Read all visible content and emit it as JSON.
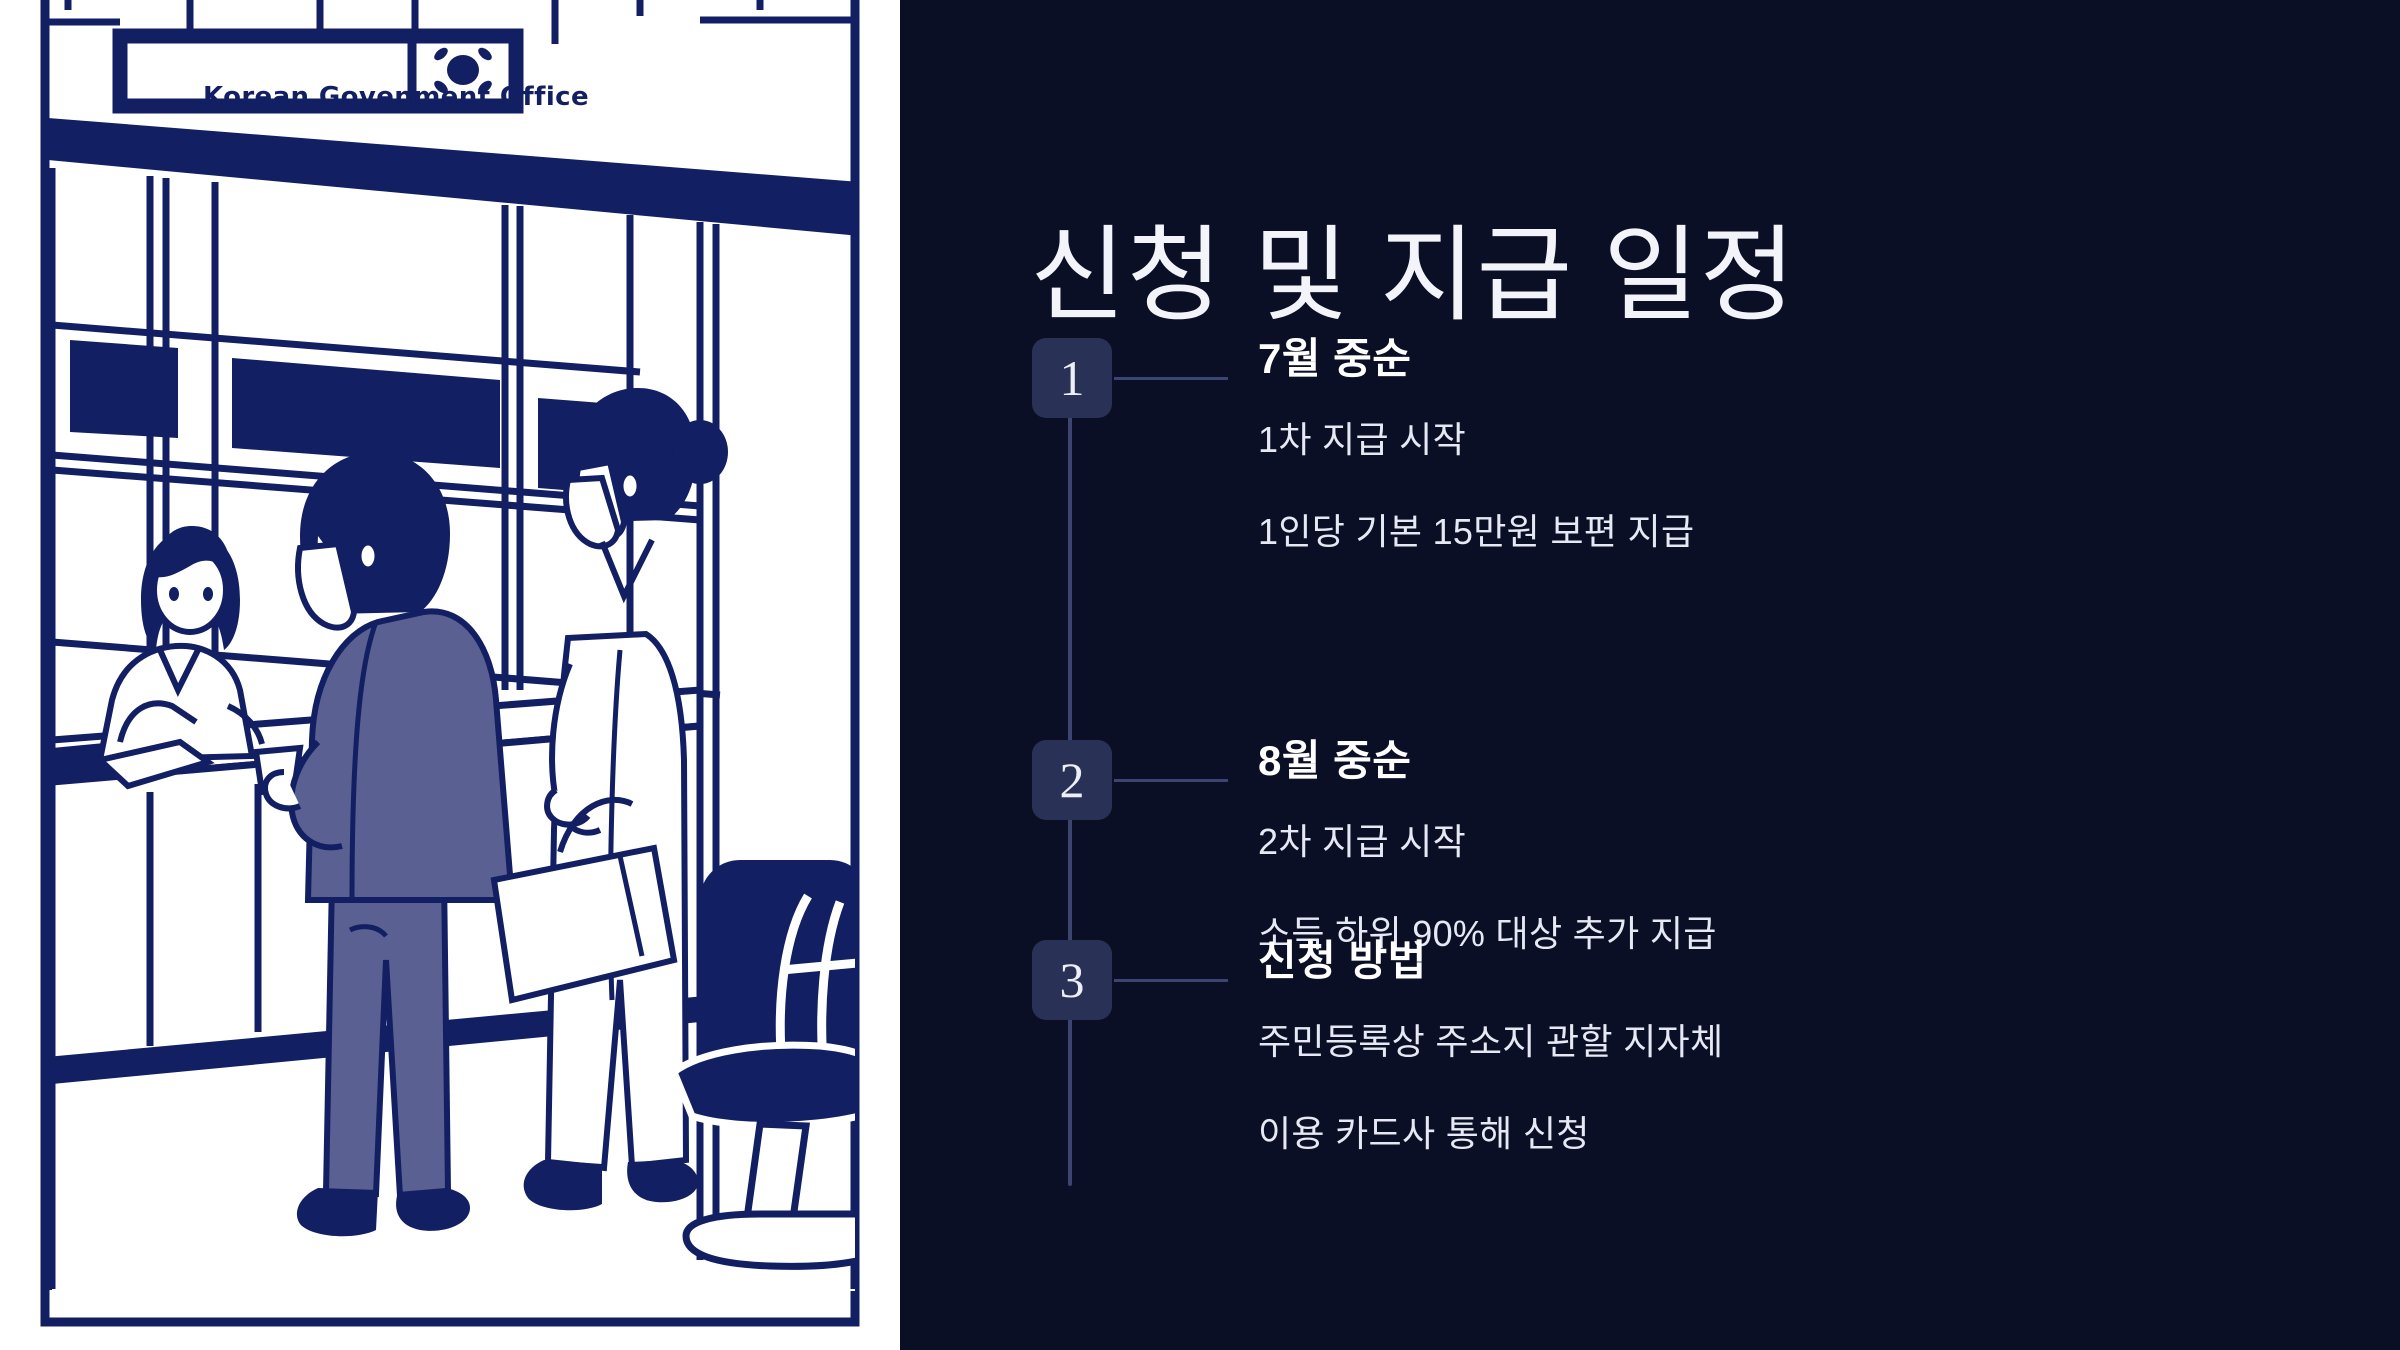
{
  "slide": {
    "background_color": "#0B0F26",
    "illustration_panel_color": "#FFFFFF",
    "accent_navy": "#121F62",
    "suit_color": "#5A6192",
    "badge_color": "#2A3156",
    "rail_color": "#3C4470",
    "title_text_color": "#F2F4FA"
  },
  "illustration": {
    "name": "government-office-counter-illustration",
    "sign": {
      "label": "Korean Govenment Office",
      "flag_icon": "korean-flag-icon"
    },
    "scene_elements": [
      "hanging-sign",
      "office-window-wall",
      "service-counter",
      "clerk-behind-window",
      "customer-in-suit",
      "waiting-woman-with-bag",
      "waiting-chair"
    ]
  },
  "header": {
    "title": "신청 및 지급 일정"
  },
  "timeline": {
    "items": [
      {
        "number": "1",
        "title": "7월 중순",
        "lines": [
          "1차 지급 시작",
          "1인당 기본 15만원 보편 지급"
        ]
      },
      {
        "number": "2",
        "title": "8월 중순",
        "lines": [
          "2차 지급 시작",
          "소득 하위 90% 대상 추가 지급"
        ]
      },
      {
        "number": "3",
        "title": "신청 방법",
        "lines": [
          "주민등록상 주소지 관할 지자체",
          "이용 카드사 통해 신청"
        ]
      }
    ]
  }
}
